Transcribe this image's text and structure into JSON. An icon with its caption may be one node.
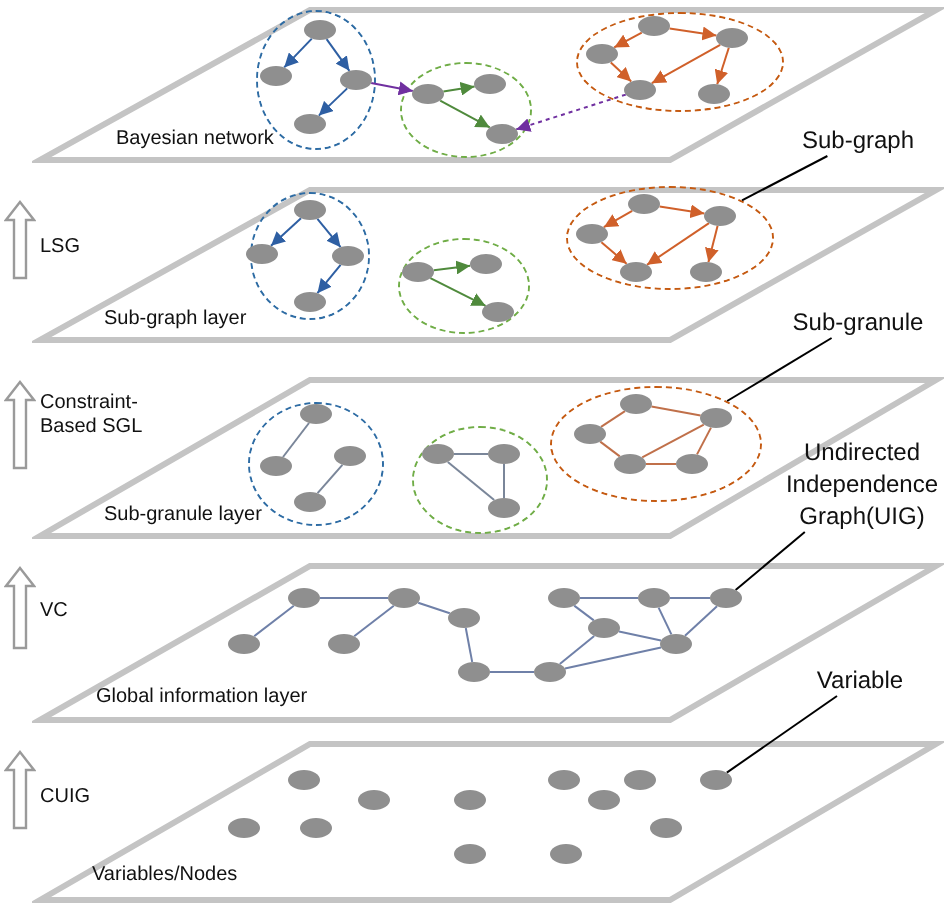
{
  "diagram": {
    "nodes": [
      {
        "text": [
          "Bayesian network"
        ]
      },
      {
        "text": [],
        "shape": "ellipse",
        "in": 0
      },
      {
        "text": [],
        "shape": "ellipse",
        "in": 1
      },
      {
        "text": [],
        "shape": "ellipse",
        "in": 1
      },
      {
        "text": [],
        "shape": "ellipse",
        "in": 1
      },
      {
        "text": [],
        "shape": "ellipse",
        "in": 1
      },
      {
        "text": [],
        "shape": "ellipse",
        "in": 0
      },
      {
        "text": [],
        "shape": "ellipse",
        "in": 6
      },
      {
        "text": [],
        "shape": "ellipse",
        "in": 6
      },
      {
        "text": [],
        "shape": "ellipse",
        "in": 6
      },
      {
        "text": [],
        "shape": "ellipse",
        "in": 0
      },
      {
        "text": [],
        "shape": "ellipse",
        "in": 10
      },
      {
        "text": [],
        "shape": "ellipse",
        "in": 10
      },
      {
        "text": [],
        "shape": "ellipse",
        "in": 10
      },
      {
        "text": [],
        "shape": "ellipse",
        "in": 10
      },
      {
        "text": [],
        "shape": "ellipse",
        "in": 10
      },
      {
        "text": [
          "Sub-graph"
        ]
      },
      {
        "text": [
          "Sub-graph layer"
        ]
      },
      {
        "text": [],
        "shape": "ellipse",
        "in": 17
      },
      {
        "text": [],
        "shape": "ellipse",
        "in": 18
      },
      {
        "text": [],
        "shape": "ellipse",
        "in": 18
      },
      {
        "text": [],
        "shape": "ellipse",
        "in": 18
      },
      {
        "text": [],
        "shape": "ellipse",
        "in": 18
      },
      {
        "text": [],
        "shape": "ellipse",
        "in": 17
      },
      {
        "text": [],
        "shape": "ellipse",
        "in": 23
      },
      {
        "text": [],
        "shape": "ellipse",
        "in": 23
      },
      {
        "text": [],
        "shape": "ellipse",
        "in": 23
      },
      {
        "text": [],
        "shape": "ellipse",
        "in": 17
      },
      {
        "text": [],
        "shape": "ellipse",
        "in": 27
      },
      {
        "text": [],
        "shape": "ellipse",
        "in": 27
      },
      {
        "text": [],
        "shape": "ellipse",
        "in": 27
      },
      {
        "text": [],
        "shape": "ellipse",
        "in": 27
      },
      {
        "text": [],
        "shape": "ellipse",
        "in": 27
      },
      {
        "text": [
          "Sub-granule"
        ]
      },
      {
        "text": [
          "Sub-granule layer"
        ]
      },
      {
        "text": [],
        "shape": "ellipse",
        "in": 34
      },
      {
        "text": [],
        "shape": "ellipse",
        "in": 35
      },
      {
        "text": [],
        "shape": "ellipse",
        "in": 35
      },
      {
        "text": [],
        "shape": "ellipse",
        "in": 35
      },
      {
        "text": [],
        "shape": "ellipse",
        "in": 35
      },
      {
        "text": [],
        "shape": "ellipse",
        "in": 34
      },
      {
        "text": [],
        "shape": "ellipse",
        "in": 40
      },
      {
        "text": [],
        "shape": "ellipse",
        "in": 40
      },
      {
        "text": [],
        "shape": "ellipse",
        "in": 40
      },
      {
        "text": [],
        "shape": "ellipse",
        "in": 34
      },
      {
        "text": [],
        "shape": "ellipse",
        "in": 44
      },
      {
        "text": [],
        "shape": "ellipse",
        "in": 44
      },
      {
        "text": [],
        "shape": "ellipse",
        "in": 44
      },
      {
        "text": [],
        "shape": "ellipse",
        "in": 44
      },
      {
        "text": [],
        "shape": "ellipse",
        "in": 44
      },
      {
        "text": [
          "Undirected Independence Graph(UIG)"
        ]
      },
      {
        "text": [
          "Global information layer"
        ]
      },
      {
        "text": [],
        "shape": "ellipse",
        "in": 51
      },
      {
        "text": [],
        "shape": "ellipse",
        "in": 51
      },
      {
        "text": [],
        "shape": "ellipse",
        "in": 51
      },
      {
        "text": [],
        "shape": "ellipse",
        "in": 51
      },
      {
        "text": [],
        "shape": "ellipse",
        "in": 51
      },
      {
        "text": [],
        "shape": "ellipse",
        "in": 51
      },
      {
        "text": [],
        "shape": "ellipse",
        "in": 51
      },
      {
        "text": [],
        "shape": "ellipse",
        "in": 51
      },
      {
        "text": [],
        "shape": "ellipse",
        "in": 51
      },
      {
        "text": [],
        "shape": "ellipse",
        "in": 51
      },
      {
        "text": [],
        "shape": "ellipse",
        "in": 51
      },
      {
        "text": [],
        "shape": "ellipse",
        "in": 51
      },
      {
        "text": [
          "Variable"
        ]
      },
      {
        "text": [
          "Variables/Nodes"
        ]
      },
      {
        "text": [],
        "shape": "ellipse",
        "in": 65
      },
      {
        "text": [],
        "shape": "ellipse",
        "in": 65
      },
      {
        "text": [],
        "shape": "ellipse",
        "in": 65
      },
      {
        "text": [],
        "shape": "ellipse",
        "in": 65
      },
      {
        "text": [],
        "shape": "ellipse",
        "in": 65
      },
      {
        "text": [],
        "shape": "ellipse",
        "in": 65
      },
      {
        "text": [],
        "shape": "ellipse",
        "in": 65
      },
      {
        "text": [],
        "shape": "ellipse",
        "in": 65
      },
      {
        "text": [],
        "shape": "ellipse",
        "in": 65
      },
      {
        "text": [],
        "shape": "ellipse",
        "in": 65
      },
      {
        "text": [],
        "shape": "ellipse",
        "in": 65
      },
      {
        "text": [],
        "shape": "ellipse",
        "in": 65
      }
    ],
    "edges": [
      {
        "from": 2,
        "to": 3,
        "arrow": "to",
        "color": "#2e5fa3"
      },
      {
        "from": 2,
        "to": 4,
        "arrow": "to",
        "color": "#2e5fa3"
      },
      {
        "from": 4,
        "to": 5,
        "arrow": "to",
        "color": "#2e5fa3"
      },
      {
        "from": 7,
        "to": 8,
        "arrow": "to",
        "color": "#4f8a3c"
      },
      {
        "from": 7,
        "to": 9,
        "arrow": "to",
        "color": "#4f8a3c"
      },
      {
        "from": 4,
        "to": 7,
        "arrow": "to",
        "color": "#7030a0"
      },
      {
        "from": 14,
        "to": 9,
        "arrow": "to",
        "style": "dashed",
        "color": "#7030a0"
      },
      {
        "from": 11,
        "to": 13,
        "arrow": "to",
        "color": "#d0602a"
      },
      {
        "from": 11,
        "to": 12,
        "arrow": "to",
        "color": "#d0602a"
      },
      {
        "from": 12,
        "to": 14,
        "arrow": "to",
        "color": "#d0602a"
      },
      {
        "from": 12,
        "to": 15,
        "arrow": "to",
        "color": "#d0602a"
      },
      {
        "from": 13,
        "to": 14,
        "arrow": "to",
        "color": "#d0602a"
      },
      {
        "from": 16,
        "to": 27,
        "arrow": "none",
        "color": "#000000"
      },
      {
        "from": 19,
        "to": 20,
        "arrow": "to",
        "color": "#2e5fa3"
      },
      {
        "from": 19,
        "to": 21,
        "arrow": "to",
        "color": "#2e5fa3"
      },
      {
        "from": 21,
        "to": 22,
        "arrow": "to",
        "color": "#2e5fa3"
      },
      {
        "from": 24,
        "to": 25,
        "arrow": "to",
        "color": "#4f8a3c"
      },
      {
        "from": 24,
        "to": 26,
        "arrow": "to",
        "color": "#4f8a3c"
      },
      {
        "from": 28,
        "to": 30,
        "arrow": "to",
        "color": "#d0602a"
      },
      {
        "from": 28,
        "to": 29,
        "arrow": "to",
        "color": "#d0602a"
      },
      {
        "from": 29,
        "to": 31,
        "arrow": "to",
        "color": "#d0602a"
      },
      {
        "from": 29,
        "to": 32,
        "arrow": "to",
        "color": "#d0602a"
      },
      {
        "from": 30,
        "to": 31,
        "arrow": "to",
        "color": "#d0602a"
      },
      {
        "from": 33,
        "to": 44,
        "arrow": "none",
        "color": "#000000"
      },
      {
        "from": 36,
        "to": 37,
        "arrow": "none",
        "color": "#7a8699"
      },
      {
        "from": 38,
        "to": 39,
        "arrow": "none",
        "color": "#7a8699"
      },
      {
        "from": 41,
        "to": 42,
        "arrow": "none",
        "color": "#7a8699"
      },
      {
        "from": 41,
        "to": 43,
        "arrow": "none",
        "color": "#7a8699"
      },
      {
        "from": 42,
        "to": 43,
        "arrow": "none",
        "color": "#7a8699"
      },
      {
        "from": 45,
        "to": 47,
        "arrow": "none",
        "color": "#c0704a"
      },
      {
        "from": 45,
        "to": 46,
        "arrow": "none",
        "color": "#c0704a"
      },
      {
        "from": 46,
        "to": 49,
        "arrow": "none",
        "color": "#c0704a"
      },
      {
        "from": 47,
        "to": 48,
        "arrow": "none",
        "color": "#c0704a"
      },
      {
        "from": 48,
        "to": 49,
        "arrow": "none",
        "color": "#c0704a"
      },
      {
        "from": 48,
        "to": 46,
        "arrow": "none",
        "color": "#c0704a"
      },
      {
        "from": 50,
        "to": 61,
        "arrow": "none",
        "color": "#000000"
      },
      {
        "from": 55,
        "to": 52,
        "arrow": "none",
        "color": "#6f80a8"
      },
      {
        "from": 52,
        "to": 53,
        "arrow": "none",
        "color": "#6f80a8"
      },
      {
        "from": 53,
        "to": 54,
        "arrow": "none",
        "color": "#6f80a8"
      },
      {
        "from": 56,
        "to": 53,
        "arrow": "none",
        "color": "#6f80a8"
      },
      {
        "from": 54,
        "to": 57,
        "arrow": "none",
        "color": "#6f80a8"
      },
      {
        "from": 57,
        "to": 58,
        "arrow": "none",
        "color": "#6f80a8"
      },
      {
        "from": 58,
        "to": 62,
        "arrow": "none",
        "color": "#6f80a8"
      },
      {
        "from": 58,
        "to": 63,
        "arrow": "none",
        "color": "#6f80a8"
      },
      {
        "from": 59,
        "to": 62,
        "arrow": "none",
        "color": "#6f80a8"
      },
      {
        "from": 62,
        "to": 63,
        "arrow": "none",
        "color": "#6f80a8"
      },
      {
        "from": 59,
        "to": 60,
        "arrow": "none",
        "color": "#6f80a8"
      },
      {
        "from": 60,
        "to": 61,
        "arrow": "none",
        "color": "#6f80a8"
      },
      {
        "from": 60,
        "to": 63,
        "arrow": "none",
        "color": "#6f80a8"
      },
      {
        "from": 61,
        "to": 63,
        "arrow": "none",
        "color": "#6f80a8"
      },
      {
        "from": 64,
        "to": 71,
        "arrow": "none",
        "color": "#000000"
      }
    ],
    "labels": [
      "LSG",
      "Constraint-Based SGL",
      "VC",
      "CUIG"
    ]
  }
}
